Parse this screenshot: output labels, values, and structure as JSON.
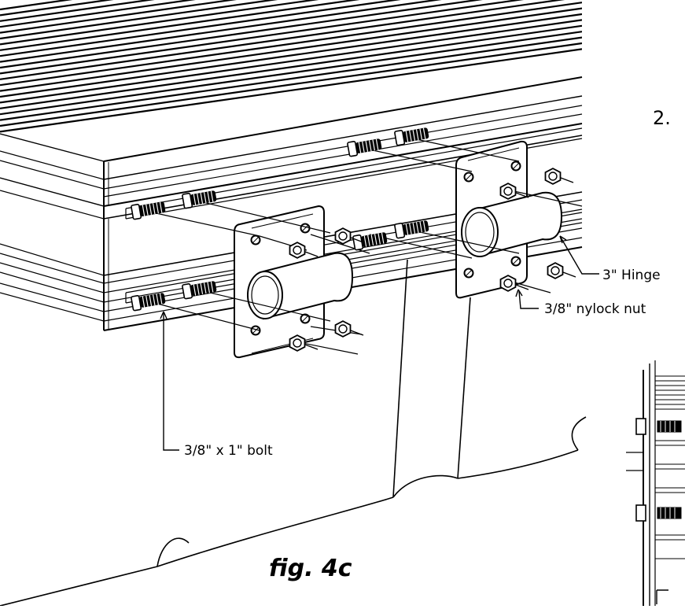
{
  "figure": {
    "caption": "fig. 4c",
    "step_number": "2.",
    "labels": {
      "hinge": "3\" Hinge",
      "nut": "3/8\" nylock nut",
      "bolt": "3/8\" x 1\" bolt"
    }
  },
  "colors": {
    "line": "#000000",
    "background": "#ffffff",
    "hardware_fill": "#f2f2f2"
  }
}
